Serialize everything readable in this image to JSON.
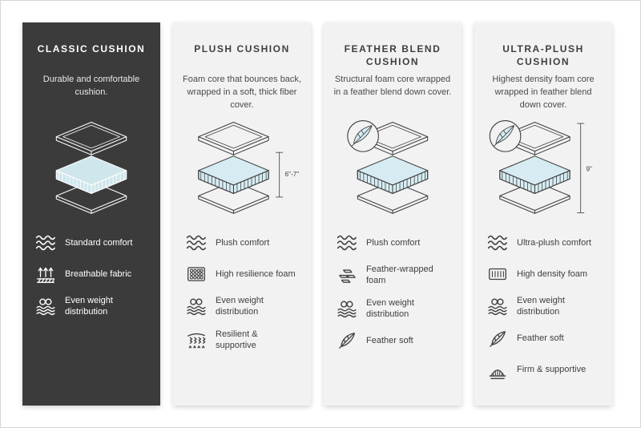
{
  "panels": [
    {
      "id": "classic",
      "theme": "dark",
      "title": "CLASSIC CUSHION",
      "description": "Durable and comfortable cushion.",
      "features": [
        {
          "icon": "waves-icon",
          "label": "Standard comfort"
        },
        {
          "icon": "breathable-icon",
          "label": "Breathable fabric"
        },
        {
          "icon": "weight-distribution-icon",
          "label": "Even weight distribution"
        }
      ]
    },
    {
      "id": "plush",
      "theme": "light",
      "title": "PLUSH CUSHION",
      "description": "Foam core that bounces back, wrapped in a soft, thick fiber cover.",
      "measurement": "6\"-7\"",
      "features": [
        {
          "icon": "waves-icon",
          "label": "Plush comfort"
        },
        {
          "icon": "resilience-foam-icon",
          "label": "High resilience foam"
        },
        {
          "icon": "weight-distribution-icon",
          "label": "Even weight distribution"
        },
        {
          "icon": "springs-icon",
          "label": "Resilient & supportive"
        }
      ]
    },
    {
      "id": "feather-blend",
      "theme": "light",
      "title": "FEATHER BLEND CUSHION",
      "description": "Structural foam core wrapped in a feather blend down cover.",
      "features": [
        {
          "icon": "waves-icon",
          "label": "Plush comfort"
        },
        {
          "icon": "foam-bricks-icon",
          "label": "Feather-wrapped foam"
        },
        {
          "icon": "weight-distribution-icon",
          "label": "Even weight distribution"
        },
        {
          "icon": "feather-icon",
          "label": "Feather soft"
        }
      ]
    },
    {
      "id": "ultra-plush",
      "theme": "light",
      "title": "ULTRA-PLUSH CUSHION",
      "description": "Highest density foam core wrapped in feather blend down cover.",
      "measurement": "9\"",
      "features": [
        {
          "icon": "waves-icon",
          "label": "Ultra-plush comfort"
        },
        {
          "icon": "density-foam-icon",
          "label": "High density foam"
        },
        {
          "icon": "weight-distribution-icon",
          "label": "Even weight distribution"
        },
        {
          "icon": "feather-icon",
          "label": "Feather soft"
        },
        {
          "icon": "firm-support-icon",
          "label": "Firm & supportive"
        }
      ]
    }
  ],
  "colors": {
    "dark_panel_bg": "#3b3b3b",
    "light_panel_bg": "#f2f2f2",
    "cushion_core_fill": "#d6ecf2",
    "outline_on_light": "#3f3f3f",
    "outline_on_dark": "#ffffff"
  }
}
